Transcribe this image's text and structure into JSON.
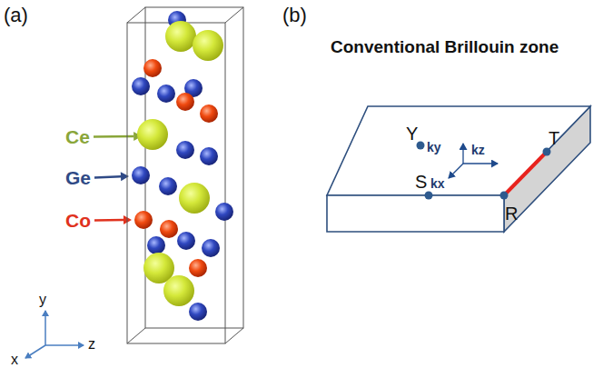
{
  "diagram": {
    "title": "Conventional Brillouin zone",
    "labels": [
      "(a)",
      "(b)",
      "y",
      "x",
      "z",
      "Y",
      "S",
      "R",
      "T",
      "ky",
      "kx",
      "kz"
    ],
    "legend": [
      {
        "text": "Ce",
        "color": "#8aa63a"
      },
      {
        "text": "Ge",
        "color": "#2f4a86"
      },
      {
        "text": "Co",
        "color": "#e0321e"
      }
    ]
  }
}
